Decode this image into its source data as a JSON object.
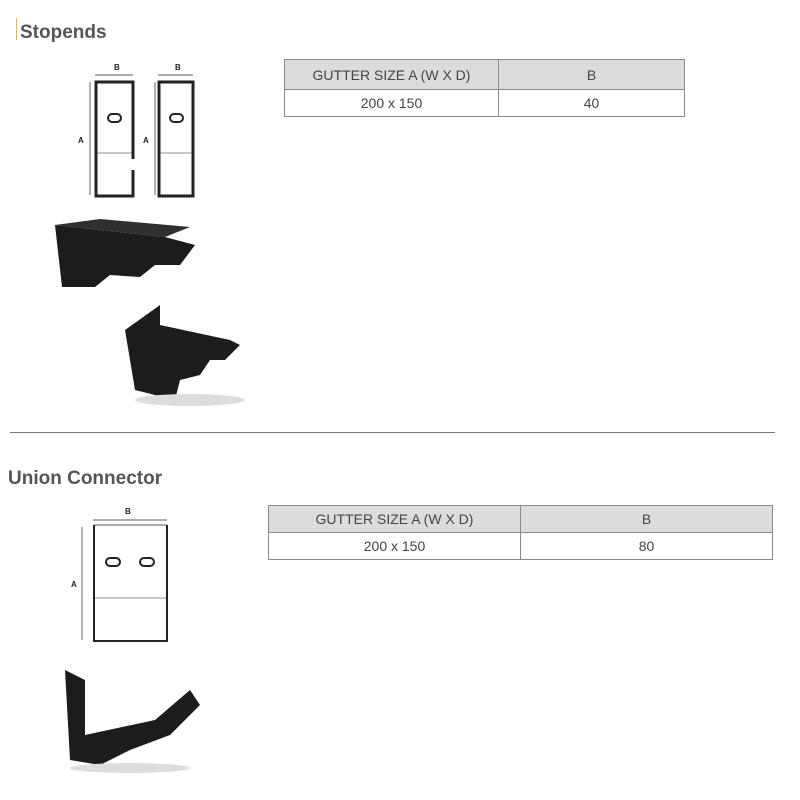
{
  "sections": [
    {
      "title": "Stopends",
      "table": {
        "headers": [
          "GUTTER SIZE A (W X D)",
          "B"
        ],
        "rows": [
          [
            "200 x 150",
            "40"
          ]
        ]
      },
      "diagram_labels": {
        "width": "B",
        "height": "A"
      }
    },
    {
      "title": "Union Connector",
      "table": {
        "headers": [
          "GUTTER SIZE A (W X D)",
          "B"
        ],
        "rows": [
          [
            "200 x 150",
            "80"
          ]
        ]
      },
      "diagram_labels": {
        "width": "B",
        "height": "A"
      }
    }
  ]
}
